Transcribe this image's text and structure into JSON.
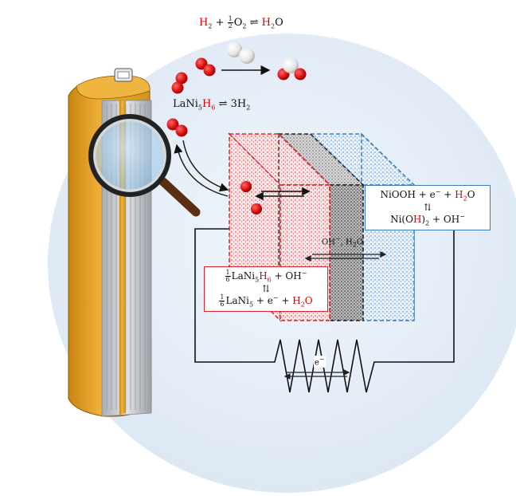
{
  "equations": {
    "water_formation": {
      "h2": "H",
      "h2_sub": "2",
      "plus": "+",
      "frac_num": "1",
      "frac_den": "2",
      "o2": "O",
      "o2_sub": "2",
      "equilibrium": "⇌",
      "h2o_h": "H",
      "h2o_sub": "2",
      "h2o_o": "O"
    },
    "hydride": {
      "lani": "LaNi",
      "lani_sub": "5",
      "h": "H",
      "h_sub": "6",
      "equilibrium": "⇌",
      "coef": "3",
      "h2": "H",
      "h2_sub": "2"
    },
    "cathode": {
      "line1_a": "NiOOH + e",
      "line1_sup": "−",
      "line1_b": " + ",
      "line1_h": "H",
      "line1_sub": "2",
      "line1_o": "O",
      "line2": "⇅",
      "line3_a": "Ni(O",
      "line3_h": "H",
      "line3_b": ")",
      "line3_sub": "2",
      "line3_c": " + OH",
      "line3_sup": "−"
    },
    "anode": {
      "frac_num": "1",
      "frac_den": "6",
      "line1_a": "LaNi",
      "line1_sub5": "5",
      "line1_h": "H",
      "line1_sub6": "6",
      "line1_b": " + OH",
      "line1_sup": "−",
      "line2": "⇅",
      "line3_a": "LaNi",
      "line3_sub5": "5",
      "line3_b": " + e",
      "line3_sup": "−",
      "line3_c": " + ",
      "line3_h": "H",
      "line3_sub": "2",
      "line3_o": "O"
    },
    "electrolyte": {
      "oh": "OH",
      "oh_sup": "−",
      "sep": ", ",
      "h2o": "H",
      "h2o_sub": "2",
      "o": "O"
    },
    "electron": {
      "e": "e",
      "sup": "−"
    }
  },
  "colors": {
    "background_circle": "#e6eef8",
    "anode_red": "#e0202a",
    "cathode_blue": "#3a7cc4",
    "separator_black": "#222222",
    "battery_gold": "#e8a21c",
    "battery_gray": "#c8ccd2",
    "atom_red": "#e01818",
    "atom_white": "#eeeeee"
  }
}
